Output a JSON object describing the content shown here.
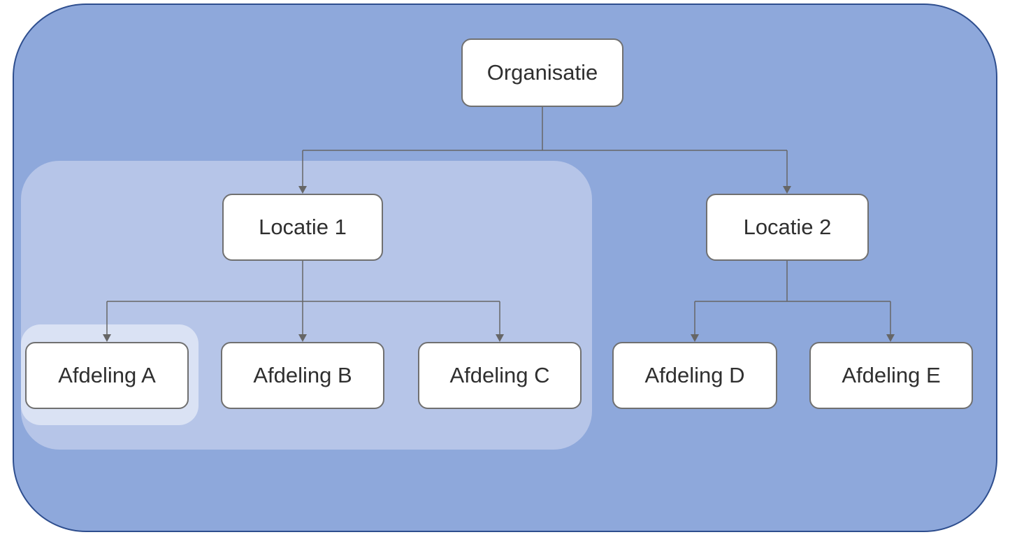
{
  "diagram": {
    "type": "org-chart",
    "nodes": {
      "organisatie": {
        "label": "Organisatie"
      },
      "locatie1": {
        "label": "Locatie 1"
      },
      "locatie2": {
        "label": "Locatie 2"
      },
      "afdelingA": {
        "label": "Afdeling A"
      },
      "afdelingB": {
        "label": "Afdeling B"
      },
      "afdelingC": {
        "label": "Afdeling C"
      },
      "afdelingD": {
        "label": "Afdeling D"
      },
      "afdelingE": {
        "label": "Afdeling E"
      }
    },
    "edges": [
      {
        "from": "Organisatie",
        "to": "Locatie 1"
      },
      {
        "from": "Organisatie",
        "to": "Locatie 2"
      },
      {
        "from": "Locatie 1",
        "to": "Afdeling A"
      },
      {
        "from": "Locatie 1",
        "to": "Afdeling B"
      },
      {
        "from": "Locatie 1",
        "to": "Afdeling C"
      },
      {
        "from": "Locatie 2",
        "to": "Afdeling D"
      },
      {
        "from": "Locatie 2",
        "to": "Afdeling E"
      }
    ],
    "groups": [
      {
        "name": "outer-frame",
        "contains": "entire chart"
      },
      {
        "name": "locatie1-group",
        "contains": "Locatie 1, Afdeling A, Afdeling B, Afdeling C"
      },
      {
        "name": "afdeling-a-group",
        "contains": "Afdeling A"
      }
    ],
    "colors": {
      "page_background": "#ffffff",
      "outer_fill": "#8ea8db",
      "outer_border": "#2e4e8e",
      "group_fill": "#b6c5e8",
      "subgroup_fill": "#dae2f4",
      "node_fill": "#ffffff",
      "node_border": "#707070",
      "connector": "#666666",
      "text": "#2f2f2f"
    }
  }
}
